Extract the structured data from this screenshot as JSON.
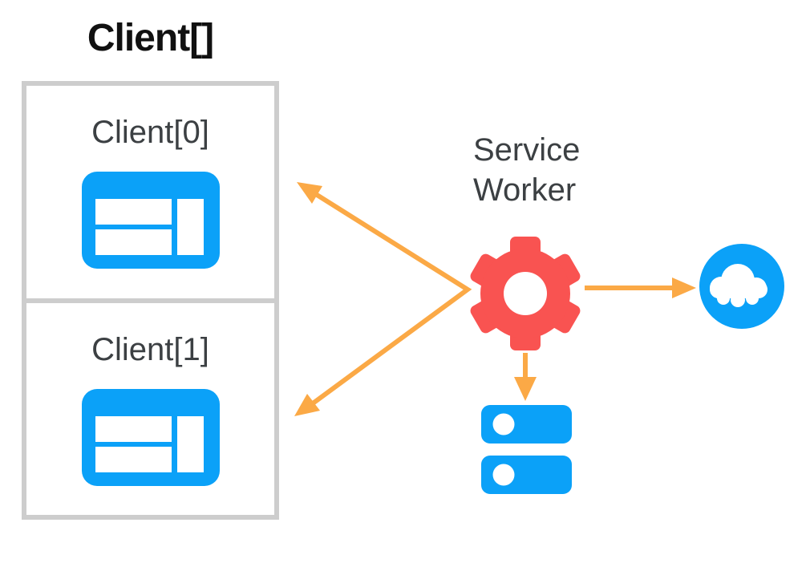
{
  "diagram": {
    "title": "Client[]",
    "clients": [
      {
        "label": "Client[0]",
        "icon": "web-page-icon"
      },
      {
        "label": "Client[1]",
        "icon": "web-page-icon"
      }
    ],
    "service_worker": {
      "label": "Service Worker",
      "icon": "gear-icon"
    },
    "nodes": {
      "network": {
        "icon": "cloud-icon"
      },
      "cache": {
        "icon": "storage-icon"
      }
    },
    "arrows": [
      {
        "from": "service-worker",
        "to": "client-0",
        "direction": "up-left"
      },
      {
        "from": "service-worker",
        "to": "client-1",
        "direction": "down-left"
      },
      {
        "from": "service-worker",
        "to": "network-cloud",
        "direction": "right"
      },
      {
        "from": "service-worker",
        "to": "cache-storage",
        "direction": "down"
      }
    ],
    "colors": {
      "blue": "#0ba1f8",
      "red": "#f95351",
      "orange": "#fba946",
      "border_gray": "#cdcdcd",
      "text_dark": "#3c4043",
      "title_black": "#111111"
    }
  }
}
